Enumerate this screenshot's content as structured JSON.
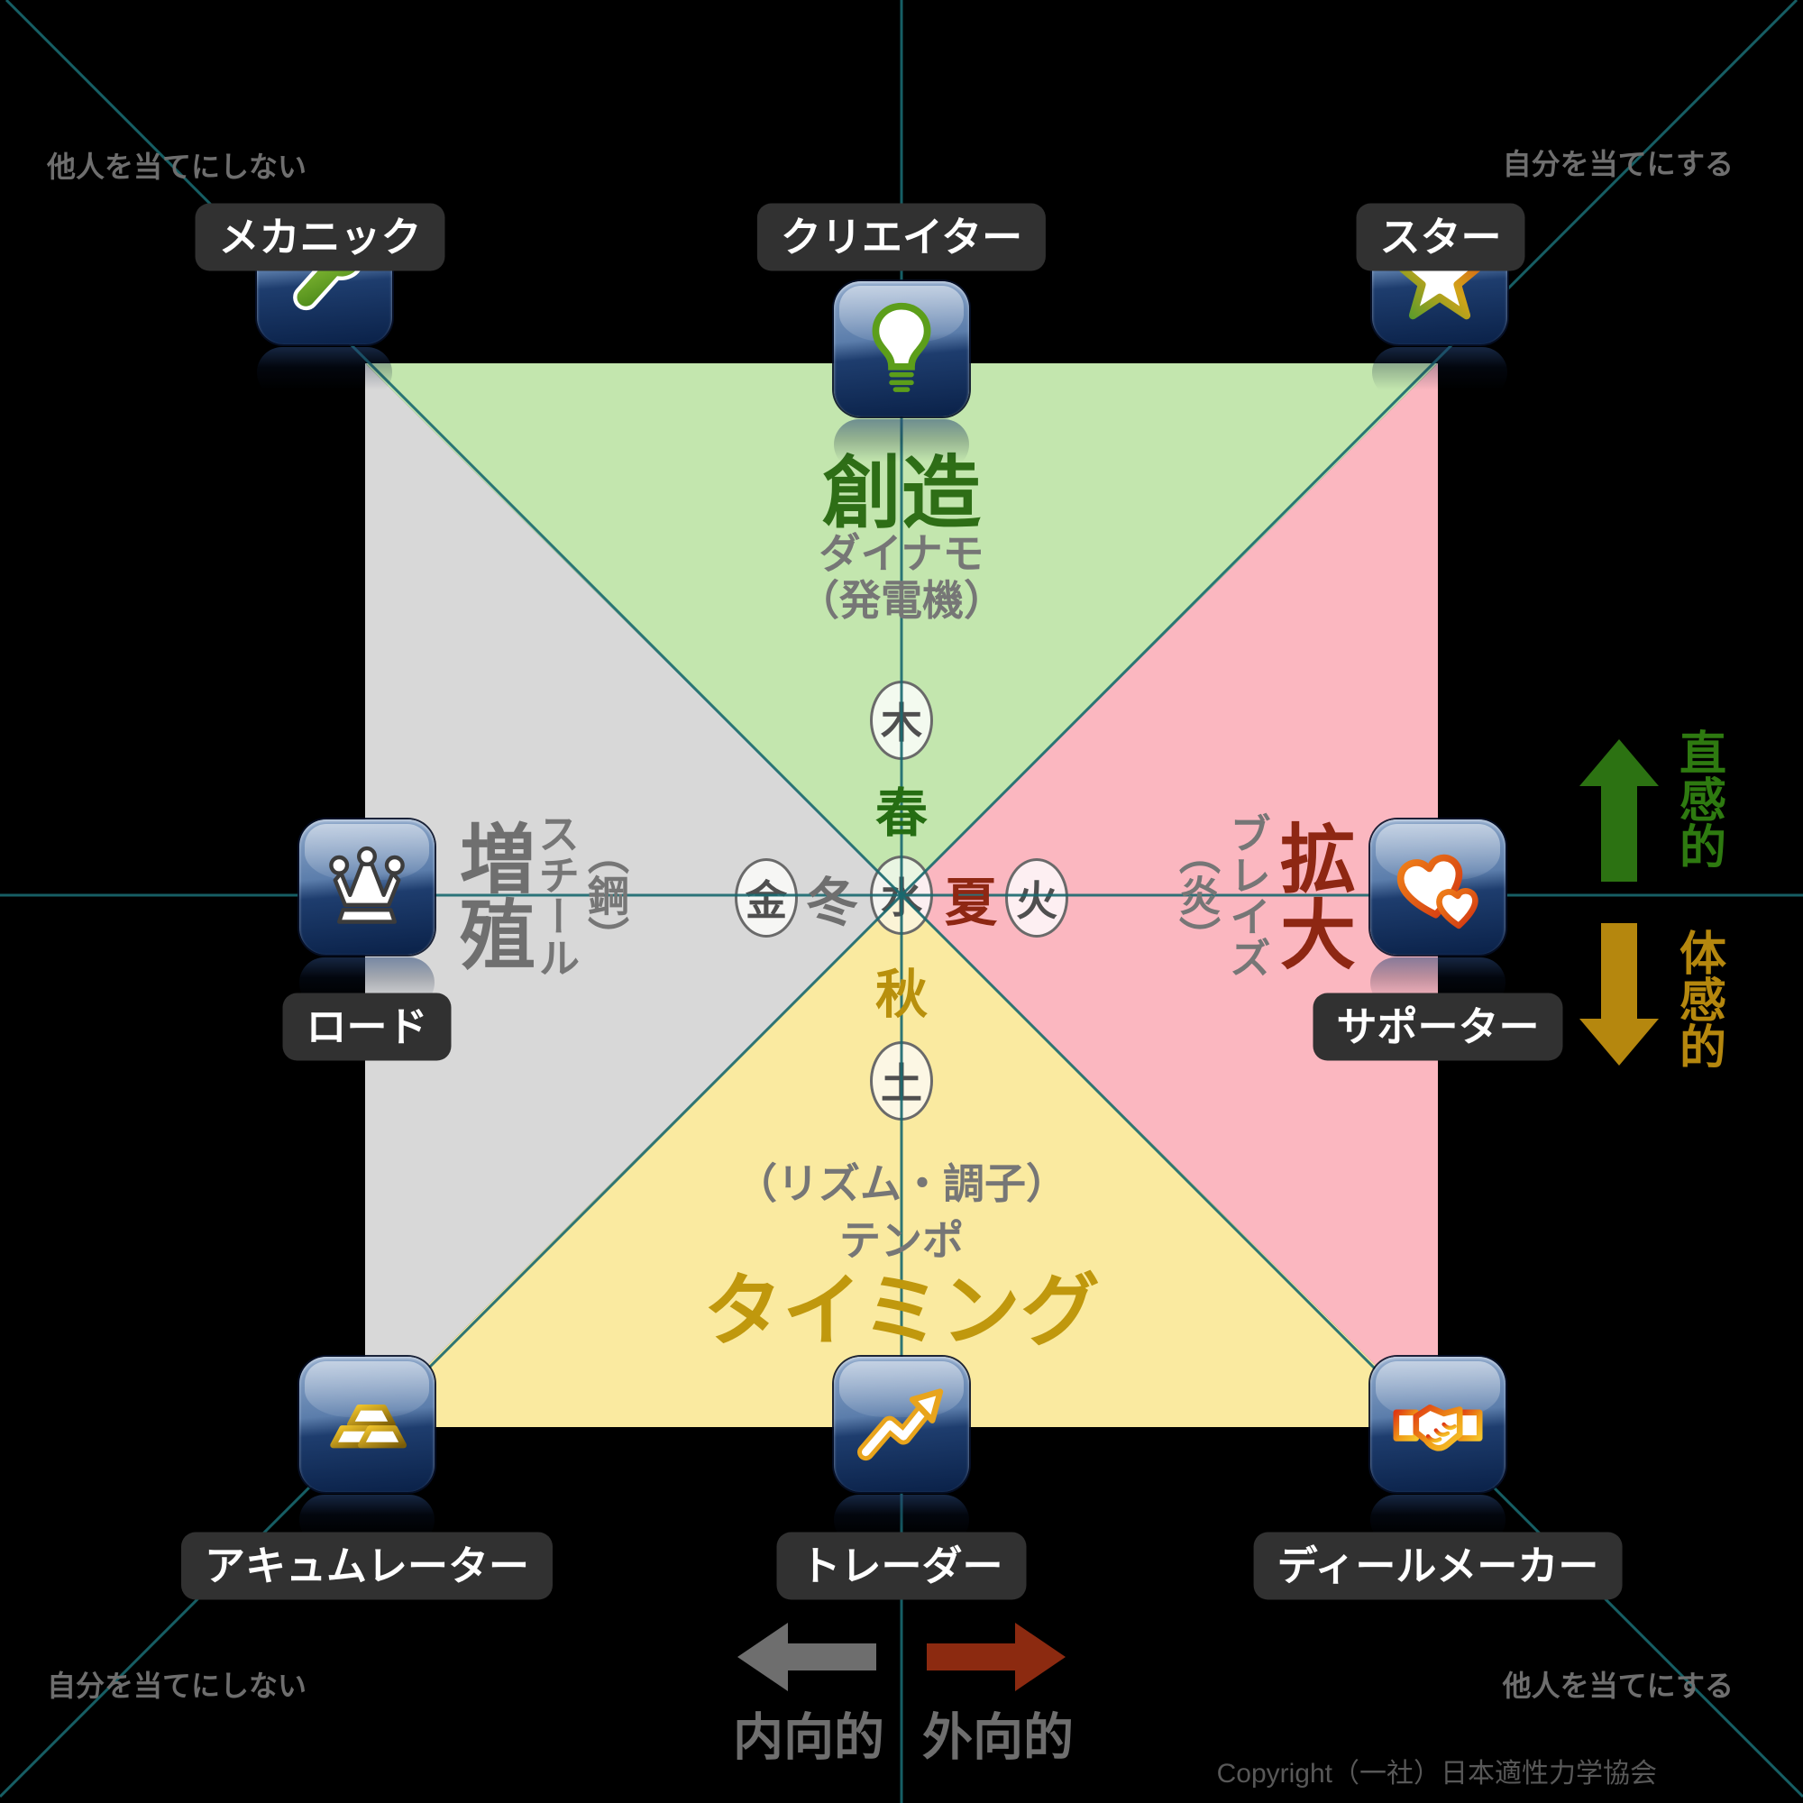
{
  "quadrants": {
    "dynamo": {
      "name": "創造",
      "type_kana": "ダイナモ",
      "type_note": "（発電機）",
      "season": "春",
      "element": "木",
      "bg": "#c3e6ae",
      "accent": "#2e6e16"
    },
    "blaze": {
      "name": "拡大",
      "type_kana": "ブレイズ",
      "type_note": "（炎）",
      "season": "夏",
      "element": "火",
      "bg": "#fbb7c0",
      "accent": "#8e2713"
    },
    "tempo": {
      "name": "タイミング",
      "type_kana": "テンポ",
      "type_note": "（リズム・調子）",
      "season": "秋",
      "element": "土",
      "bg": "#faeaa0",
      "accent": "#c0980d"
    },
    "steel": {
      "name": "増殖",
      "type_kana": "スチール",
      "type_note": "（鋼）",
      "season": "冬",
      "element": "金",
      "bg": "#d8d8d8",
      "accent": "#6f6f6f"
    }
  },
  "center": {
    "element": "水"
  },
  "profiles": {
    "mechanic": {
      "label": "メカニック"
    },
    "creator": {
      "label": "クリエイター"
    },
    "star": {
      "label": "スター"
    },
    "lord": {
      "label": "ロード"
    },
    "supporter": {
      "label": "サポーター"
    },
    "accumulator": {
      "label": "アキュムレーター"
    },
    "trader": {
      "label": "トレーダー"
    },
    "dealmaker": {
      "label": "ディールメーカー"
    }
  },
  "corner_notes": {
    "top_left": "他人を当てにしない",
    "top_right": "自分を当てにする",
    "bottom_left": "自分を当てにしない",
    "bottom_right": "他人を当てにする"
  },
  "axes": {
    "intuitive": {
      "label": "直感的",
      "text_color": "#2e7a10",
      "arrow_color": "#2c7212"
    },
    "sensory": {
      "label": "体感的",
      "text_color": "#b5870e",
      "arrow_color": "#b5870e"
    },
    "introvert": {
      "label": "内向的",
      "text_color": "#6e6e6e",
      "arrow_color": "#6e6e6e"
    },
    "extrovert": {
      "label": "外向的",
      "text_color": "#6e6e6e",
      "arrow_color": "#8c2a10"
    }
  },
  "line_color": "#19696f",
  "copyright": "Copyright（一社）日本適性力学協会"
}
